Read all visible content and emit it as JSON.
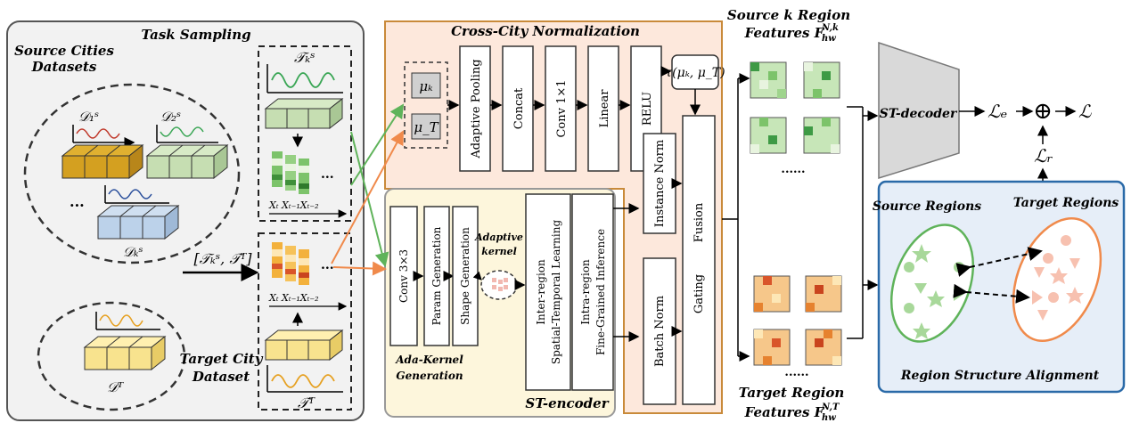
{
  "task_sampling": {
    "title": "Task Sampling",
    "source_title_1": "Source Cities",
    "source_title_2": "Datasets",
    "d1": "𝒟₁ˢ",
    "d2": "𝒟₂ˢ",
    "dk": "𝒟ₖˢ",
    "dots": "...",
    "dt": "𝒟ᵀ",
    "target_title_1": "Target City",
    "target_title_2": "Dataset",
    "tks": "𝒯ₖˢ",
    "tt": "𝒯ᵀ",
    "task_pair": "[𝒯ₖˢ, 𝒯ᵀ]",
    "xt_labels": "Xₜ Xₜ₋₁Xₜ₋₂",
    "xt_labels_2": "Xₜ Xₜ₋₁Xₜ₋₂",
    "ellipsis": "..."
  },
  "cross_city": {
    "title": "Cross-City Normalization",
    "mu_k": "μₖ",
    "mu_t": "μ_T",
    "blocks": [
      "Adaptive Pooling",
      "Concat",
      "Conv 1×1",
      "Linear",
      "RELU"
    ],
    "tau": "τ(μₖ, μ_T)"
  },
  "st_encoder": {
    "title": "ST-encoder",
    "conv": "Conv 3×3",
    "param": "Param Generation",
    "shape": "Shape Generation",
    "adaptive_1": "Adaptive",
    "adaptive_2": "kernel",
    "ada_1": "Ada-Kernel",
    "ada_2": "Generation",
    "inter_1": "Inter-region",
    "inter_2": "Spatial-Temporal Learning",
    "intra_1": "Intra-region",
    "intra_2": "Fine-Grained Inference"
  },
  "norm": {
    "instance": "Instance Norm",
    "batch": "Batch Norm",
    "fusion": "Fusion",
    "gating": "Gating"
  },
  "features": {
    "source_1": "Source k Region",
    "source_2": "Features F",
    "source_sub": "hw",
    "source_sup": "N,k",
    "target_1": "Target Region",
    "target_2": "Features F",
    "target_sub": "hw",
    "target_sup": "N,T",
    "dots": "......"
  },
  "decoder": {
    "label": "ST-decoder",
    "le": "ℒₑ",
    "lr": "ℒᵣ",
    "l": "ℒ",
    "oplus": "⊕"
  },
  "alignment": {
    "source": "Source Regions",
    "target": "Target Regions",
    "title": "Region Structure Alignment"
  },
  "colors": {
    "green": "#5fb35a",
    "orange": "#f08a4b",
    "blue_border": "#2a6aa8",
    "cross_bg": "#fde8dc",
    "enc_bg": "#fdf6dc"
  }
}
